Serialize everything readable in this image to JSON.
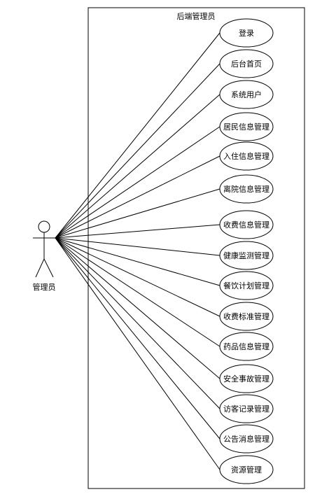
{
  "system": {
    "title": "后端管理员"
  },
  "actor": {
    "name": "管理员"
  },
  "use_cases": [
    {
      "label": "登录"
    },
    {
      "label": "后台首页"
    },
    {
      "label": "系统用户"
    },
    {
      "label": "居民信息管理"
    },
    {
      "label": "入住信息管理"
    },
    {
      "label": "离院信息管理"
    },
    {
      "label": "收费信息管理"
    },
    {
      "label": "健康监测管理"
    },
    {
      "label": "餐饮计划管理"
    },
    {
      "label": "收费标准管理"
    },
    {
      "label": "药品信息管理"
    },
    {
      "label": "安全事故管理"
    },
    {
      "label": "访客记录管理"
    },
    {
      "label": "公告消息管理"
    },
    {
      "label": "资源管理"
    }
  ],
  "colors": {
    "stroke": "#000000",
    "fill": "#ffffff"
  }
}
